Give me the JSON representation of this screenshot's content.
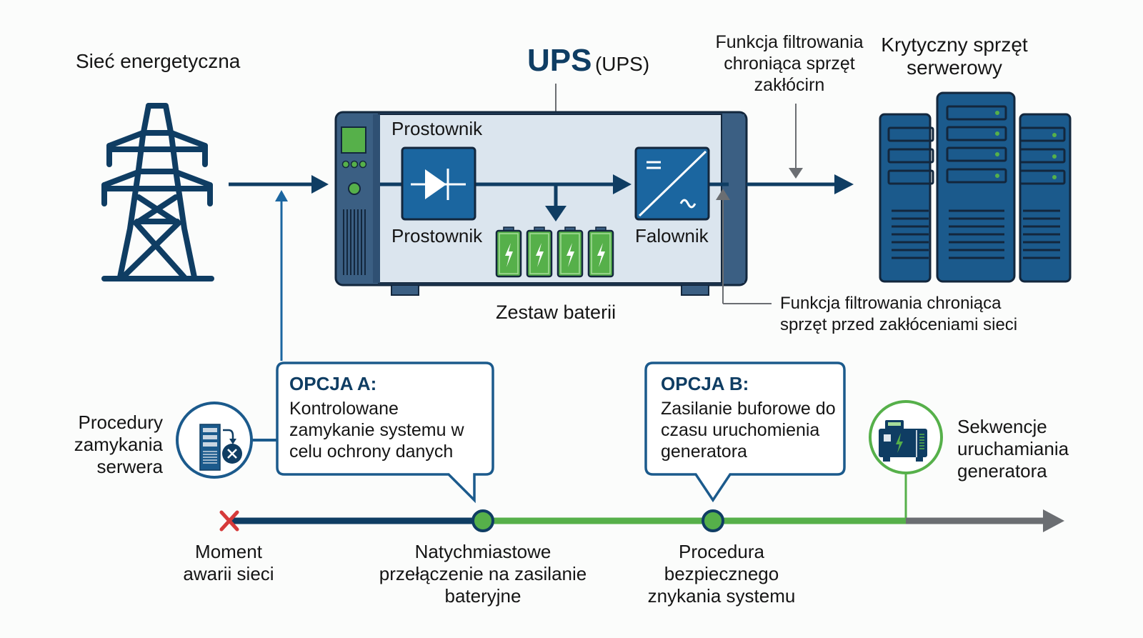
{
  "title": {
    "main": "UPS",
    "sub": "(UPS)"
  },
  "grid": {
    "label": "Sieć energetyczna",
    "icon": "power-pylon-icon"
  },
  "ups": {
    "rectifier_top_label": "Prostownik",
    "rectifier_bottom_label": "Prostownik",
    "inverter_label": "Falownik",
    "battery_label": "Zestaw baterii",
    "battery_count": 4
  },
  "filter_top": {
    "lines": [
      "Funkcja filtrowania",
      "chroniąca sprzęt",
      "zakłócirn"
    ]
  },
  "filter_bottom": {
    "lines": [
      "Funkcja filtrowania chroniąca",
      "sprzęt przed zakłóceniami sieci"
    ]
  },
  "servers": {
    "lines": [
      "Krytyczny sprzęt",
      "serwerowy"
    ]
  },
  "option_a": {
    "title": "OPCJA A:",
    "lines": [
      "Kontrolowane",
      "zamykanie systemu w",
      "celu ochrony danych"
    ]
  },
  "option_b": {
    "title": "OPCJA B:",
    "lines": [
      "Zasilanie buforowe do",
      "czasu uruchomienia",
      "generatora"
    ]
  },
  "shutdown_procedures": {
    "lines": [
      "Procedury",
      "zamykania",
      "serwera"
    ]
  },
  "generator_sequences": {
    "lines": [
      "Sekwencje",
      "uruchamiania",
      "generatora"
    ]
  },
  "timeline": {
    "events": [
      {
        "lines": [
          "Moment",
          "awarii sieci"
        ]
      },
      {
        "lines": [
          "Natychmiastowe",
          "przełączenie na zasilanie",
          "bateryjne"
        ]
      },
      {
        "lines": [
          "Procedura",
          "bezpiecznego",
          "znykania systemu"
        ]
      }
    ]
  },
  "colors": {
    "navy": "#0f3d63",
    "blue": "#1b66a0",
    "green": "#56b04a",
    "gray": "#6b6e72",
    "red": "#d63a3a",
    "panel": "#dbe5ee"
  }
}
